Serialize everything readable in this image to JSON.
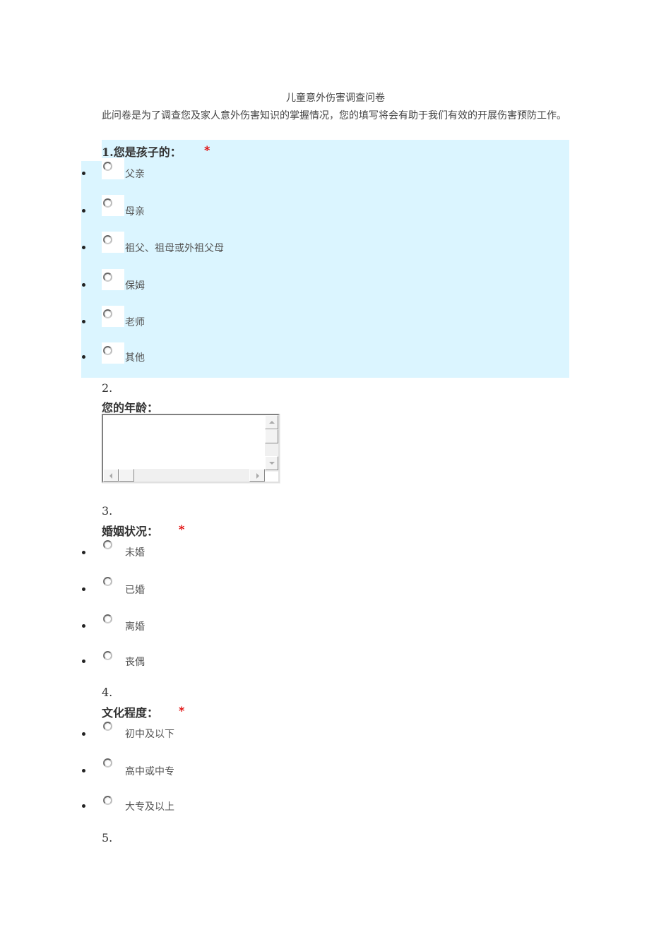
{
  "title": "儿童意外伤害调查问卷",
  "intro": "此问卷是为了调查您及家人意外伤害知识的掌握情况，您的填写将会有助于我们有效的开展伤害预防工作。",
  "colors": {
    "highlight": "#dbf5ff",
    "required": "#e00000"
  },
  "questions": [
    {
      "number": "1.",
      "label": "您是孩子的：",
      "required_mark": "*",
      "type": "radio",
      "options": [
        "父亲",
        "母亲",
        "祖父、祖母或外祖父母",
        "保姆",
        "老师",
        "其他"
      ]
    },
    {
      "number": "2.",
      "label": "您的年龄：",
      "type": "textarea",
      "value": ""
    },
    {
      "number": "3.",
      "label": "婚姻状况：",
      "required_mark": "*",
      "type": "radio",
      "options": [
        "未婚",
        "已婚",
        "离婚",
        "丧偶"
      ]
    },
    {
      "number": "4.",
      "label": "文化程度：",
      "required_mark": "*",
      "type": "radio",
      "options": [
        "初中及以下",
        "高中或中专",
        "大专及以上"
      ]
    },
    {
      "number": "5."
    }
  ]
}
